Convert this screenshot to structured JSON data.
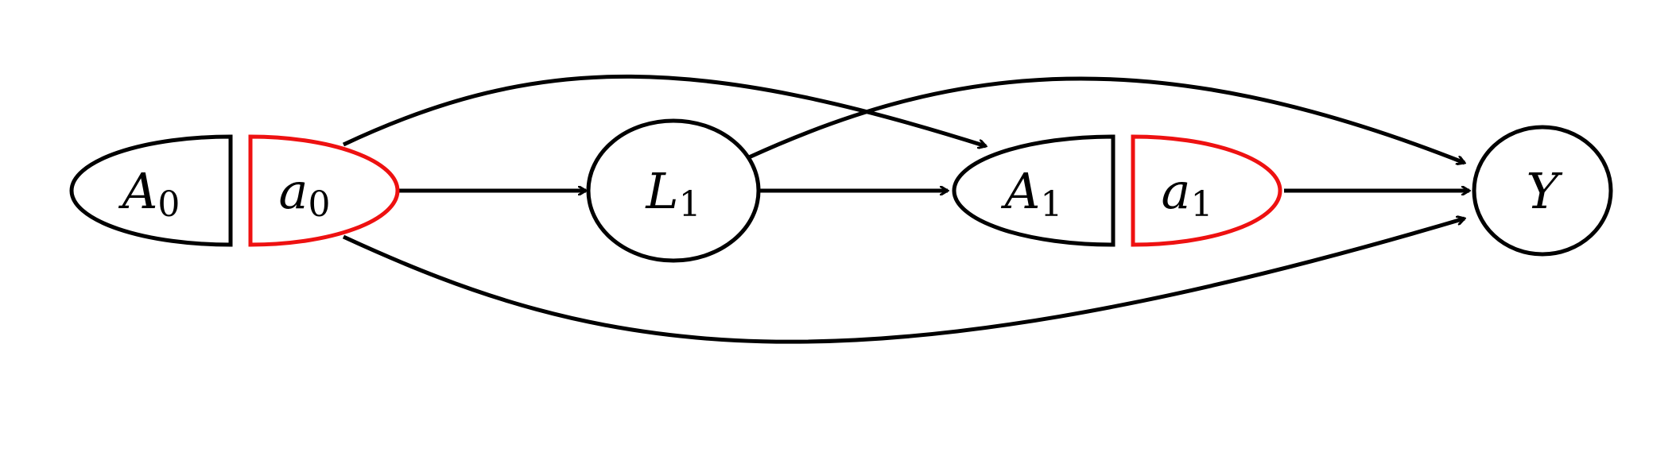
{
  "colors": {
    "stroke": "#000000",
    "intervention": "#ee1111",
    "background": "#ffffff"
  },
  "nodes": [
    {
      "id": "A0",
      "main": "A",
      "sub": "0",
      "kind": "split-left"
    },
    {
      "id": "a0",
      "main": "a",
      "sub": "0",
      "kind": "split-right",
      "intervention": true
    },
    {
      "id": "L1",
      "main": "L",
      "sub": "1",
      "kind": "ellipse"
    },
    {
      "id": "A1",
      "main": "A",
      "sub": "1",
      "kind": "split-left"
    },
    {
      "id": "a1",
      "main": "a",
      "sub": "1",
      "kind": "split-right",
      "intervention": true
    },
    {
      "id": "Y",
      "main": "Y",
      "sub": "",
      "kind": "ellipse"
    }
  ],
  "edges": [
    {
      "from": "a0",
      "to": "L1"
    },
    {
      "from": "L1",
      "to": "A1"
    },
    {
      "from": "a1",
      "to": "Y"
    },
    {
      "from": "a0",
      "to": "A1"
    },
    {
      "from": "L1",
      "to": "Y"
    },
    {
      "from": "a0",
      "to": "Y"
    }
  ]
}
